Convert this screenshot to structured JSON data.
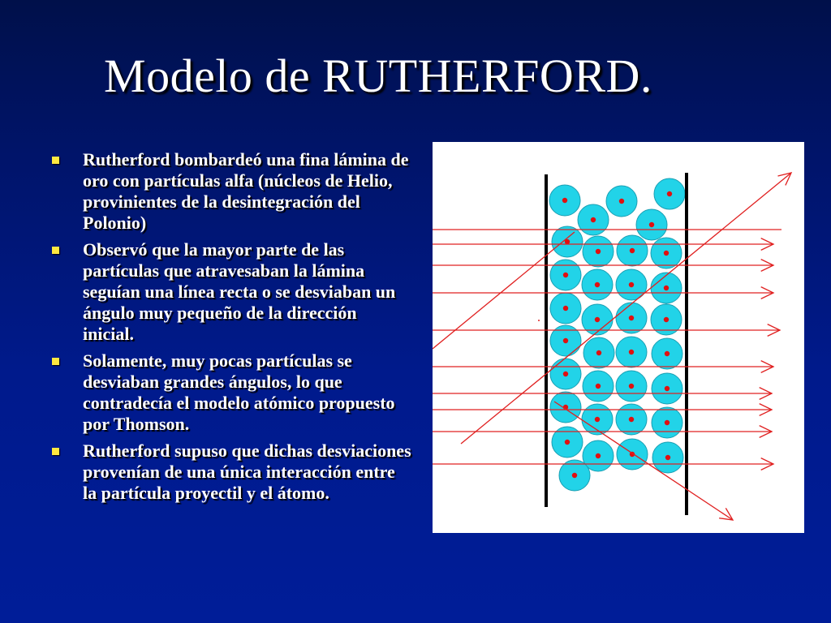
{
  "slide": {
    "title": "Modelo de RUTHERFORD.",
    "bullets": [
      {
        "text": "Rutherford bombardeó una fina lámina de oro con partículas alfa (núcleos de Helio, provinientes de la desintegración del Polonio)"
      },
      {
        "text": "Observó que la mayor parte de las partículas que atravesaban la lámina seguían una línea recta o se desviaban un ángulo muy pequeño de la dirección inicial."
      },
      {
        "text": "Solamente, muy pocas partículas se desviaban grandes ángulos, lo que contradecía el modelo atómico propuesto por Thomson."
      },
      {
        "text": "Rutherford supuso que dichas desviaciones provenían de una única interacción entre la partícula proyectil y el átomo."
      }
    ]
  },
  "figure": {
    "colors": {
      "atom_fill": "#22d3e8",
      "atom_stroke": "#1a9fb3",
      "nucleus": "#e01010",
      "ray": "#e02020",
      "foil_edge": "#000000",
      "background": "#ffffff"
    }
  }
}
